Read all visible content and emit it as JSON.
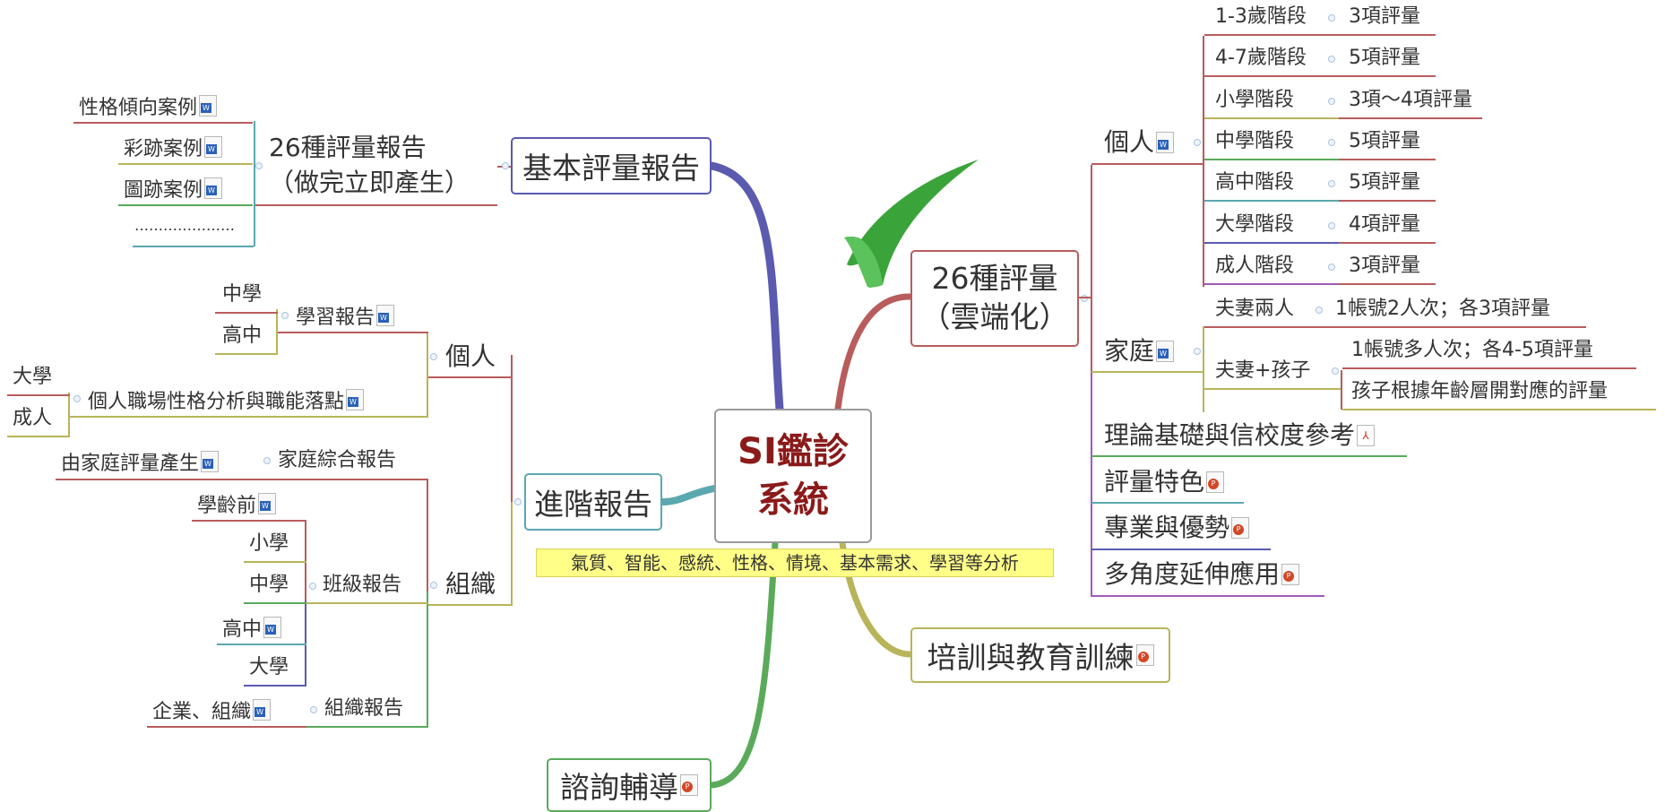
{
  "center": {
    "line1": "SI鑑診",
    "line2": "系統"
  },
  "note": "氣質、智能、感統、性格、情境、基本需求、學習等分析",
  "basic": {
    "title": "基本評量報告",
    "sub_line1": "26種評量報告",
    "sub_line2": "（做完立即產生）",
    "items": [
      "性格傾向案例",
      "彩跡案例",
      "圖跡案例",
      "…………………"
    ]
  },
  "advanced": {
    "title": "進階報告",
    "personal": {
      "label": "個人",
      "study_report": "學習報告",
      "study_levels": [
        "中學",
        "高中"
      ],
      "career_report": "個人職場性格分析與職能落點",
      "career_levels": [
        "大學",
        "成人"
      ]
    },
    "org": {
      "label": "組織",
      "family_report": "家庭綜合報告",
      "family_source": "由家庭評量產生",
      "class_report": "班級報告",
      "class_levels": [
        "學齡前",
        "小學",
        "中學",
        "高中",
        "大學"
      ],
      "org_report": "組織報告",
      "org_source": "企業、組織"
    }
  },
  "assess": {
    "title_line1": "26種評量",
    "title_line2": "（雲端化）",
    "personal": {
      "label": "個人",
      "stages": [
        {
          "stage": "1-3歲階段",
          "count": "3項評量"
        },
        {
          "stage": "4-7歲階段",
          "count": "5項評量"
        },
        {
          "stage": "小學階段",
          "count": "3項～4項評量"
        },
        {
          "stage": "中學階段",
          "count": "5項評量"
        },
        {
          "stage": "高中階段",
          "count": "5項評量"
        },
        {
          "stage": "大學階段",
          "count": "4項評量"
        },
        {
          "stage": "成人階段",
          "count": "3項評量"
        }
      ]
    },
    "family": {
      "label": "家庭",
      "couple": "夫妻兩人",
      "couple_detail": "1帳號2人次；各3項評量",
      "couple_kids": "夫妻+孩子",
      "kids_detail1": "1帳號多人次；各4-5項評量",
      "kids_detail2": "孩子根據年齡層開對應的評量"
    },
    "links": [
      "理論基礎與信校度參考",
      "評量特色",
      "專業與優勢",
      "多角度延伸應用"
    ]
  },
  "training": "培訓與教育訓練",
  "consult": "諮詢輔導",
  "colors": {
    "center_text": "#8b1a1a",
    "branch_basic": "#5a5aaf",
    "branch_assess": "#b85c5c",
    "branch_advanced": "#5aa8b0",
    "branch_training": "#b8b45a",
    "branch_consult": "#5aaa5a",
    "note_bg": "#ffff88"
  },
  "icons": {
    "checkmark": "green-checkmark-icon",
    "word": "word-doc-icon",
    "powerpoint": "powerpoint-icon",
    "pdf": "pdf-icon"
  }
}
